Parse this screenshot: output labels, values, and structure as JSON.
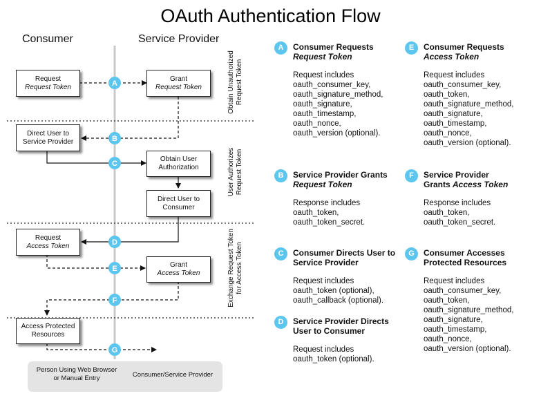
{
  "title": "OAuth Authentication Flow",
  "columns": {
    "consumer": "Consumer",
    "provider": "Service Provider"
  },
  "boxes": {
    "request_request_token": [
      "Request",
      "Request Token"
    ],
    "grant_request_token": [
      "Grant",
      "Request Token"
    ],
    "direct_user_to_sp": [
      "Direct User to",
      "Service Provider"
    ],
    "obtain_user_authorization": [
      "Obtain User",
      "Authorization"
    ],
    "direct_user_to_consumer": [
      "Direct User to",
      "Consumer"
    ],
    "request_access_token": [
      "Request",
      "Access Token"
    ],
    "grant_access_token": [
      "Grant",
      "Access Token"
    ],
    "access_protected_resources": [
      "Access Protected",
      "Resources"
    ]
  },
  "phases": {
    "p1": [
      "Obtain Unauthorized",
      "Request Token"
    ],
    "p2": [
      "User Authorizes",
      "Request Token"
    ],
    "p3": [
      "Exchange Request Token",
      "for Access Token"
    ]
  },
  "badges": [
    "A",
    "B",
    "C",
    "D",
    "E",
    "F",
    "G"
  ],
  "legend": {
    "browser": [
      "Person Using Web Browser",
      "or Manual Entry"
    ],
    "consumer_sp": "Consumer/Service Provider"
  },
  "steps": [
    {
      "letter": "A",
      "h1": "Consumer Requests",
      "h2": "Request Token",
      "h2_italic": true,
      "body": [
        "Request includes",
        "oauth_consumer_key,",
        "oauth_signature_method,",
        "oauth_signature,",
        "oauth_timestamp,",
        "oauth_nonce,",
        "oauth_version (optional)."
      ]
    },
    {
      "letter": "B",
      "h1": "Service Provider Grants",
      "h2": "Request Token",
      "h2_italic": true,
      "body": [
        "Response includes",
        "oauth_token,",
        "oauth_token_secret."
      ]
    },
    {
      "letter": "C",
      "h1": "Consumer Directs User to",
      "h2": "Service Provider",
      "h2_italic": false,
      "body": [
        "Request includes",
        "oauth_token (optional),",
        "oauth_callback (optional)."
      ]
    },
    {
      "letter": "D",
      "h1": "Service Provider Directs",
      "h2": "User to Consumer",
      "h2_italic": false,
      "body": [
        "Request includes",
        "oauth_token (optional)."
      ]
    },
    {
      "letter": "E",
      "h1": "Consumer Requests",
      "h2": "Access Token",
      "h2_italic": true,
      "body": [
        "Request includes",
        "oauth_consumer_key,",
        "oauth_token,",
        "oauth_signature_method,",
        "oauth_signature,",
        "oauth_timestamp,",
        "oauth_nonce,",
        "oauth_version (optional)."
      ]
    },
    {
      "letter": "F",
      "h1": "Service Provider",
      "h2": "Grants Access Token",
      "h2_italic": false,
      "h2_italic_part": "Access Token",
      "body": [
        "Response includes",
        "oauth_token,",
        "oauth_token_secret."
      ]
    },
    {
      "letter": "G",
      "h1": "Consumer Accesses",
      "h2": "Protected Resources",
      "h2_italic": false,
      "body": [
        "Request includes",
        "oauth_consumer_key,",
        "oauth_token,",
        "oauth_signature_method,",
        "oauth_signature,",
        "oauth_timestamp,",
        "oauth_nonce,",
        "oauth_version (optional)."
      ]
    }
  ]
}
